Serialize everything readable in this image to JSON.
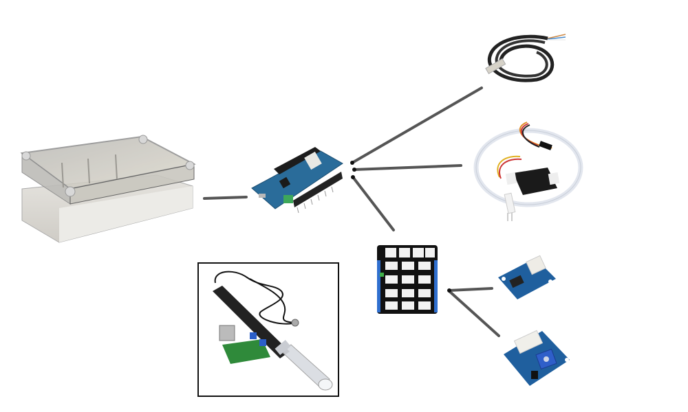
{
  "diagram": {
    "components": [
      {
        "id": "enclosure",
        "name": "enclosure-box",
        "icon": "enclosure-icon"
      },
      {
        "id": "mcu",
        "name": "microcontroller-board",
        "icon": "arduino-board-icon",
        "accent": "#1f5f8e"
      },
      {
        "id": "temp",
        "name": "temperature-probe",
        "icon": "cable-probe-icon"
      },
      {
        "id": "tds",
        "name": "tds-sensor",
        "icon": "tds-sensor-icon"
      },
      {
        "id": "shield",
        "name": "grove-base-shield",
        "icon": "shield-icon"
      },
      {
        "id": "grove1",
        "name": "grove-module-chip",
        "icon": "grove-module-icon",
        "accent": "#1f5f9e"
      },
      {
        "id": "grove2",
        "name": "grove-module-potentiometer",
        "icon": "grove-pot-icon",
        "accent": "#1f5f9e"
      },
      {
        "id": "ph",
        "name": "ph-sensor-kit",
        "icon": "ph-probe-icon",
        "framed": true
      }
    ],
    "connections": [
      [
        "enclosure",
        "mcu"
      ],
      [
        "mcu",
        "temp"
      ],
      [
        "mcu",
        "tds"
      ],
      [
        "mcu",
        "shield"
      ],
      [
        "shield",
        "grove1"
      ],
      [
        "shield",
        "grove2"
      ]
    ],
    "line_color": "#555555"
  }
}
